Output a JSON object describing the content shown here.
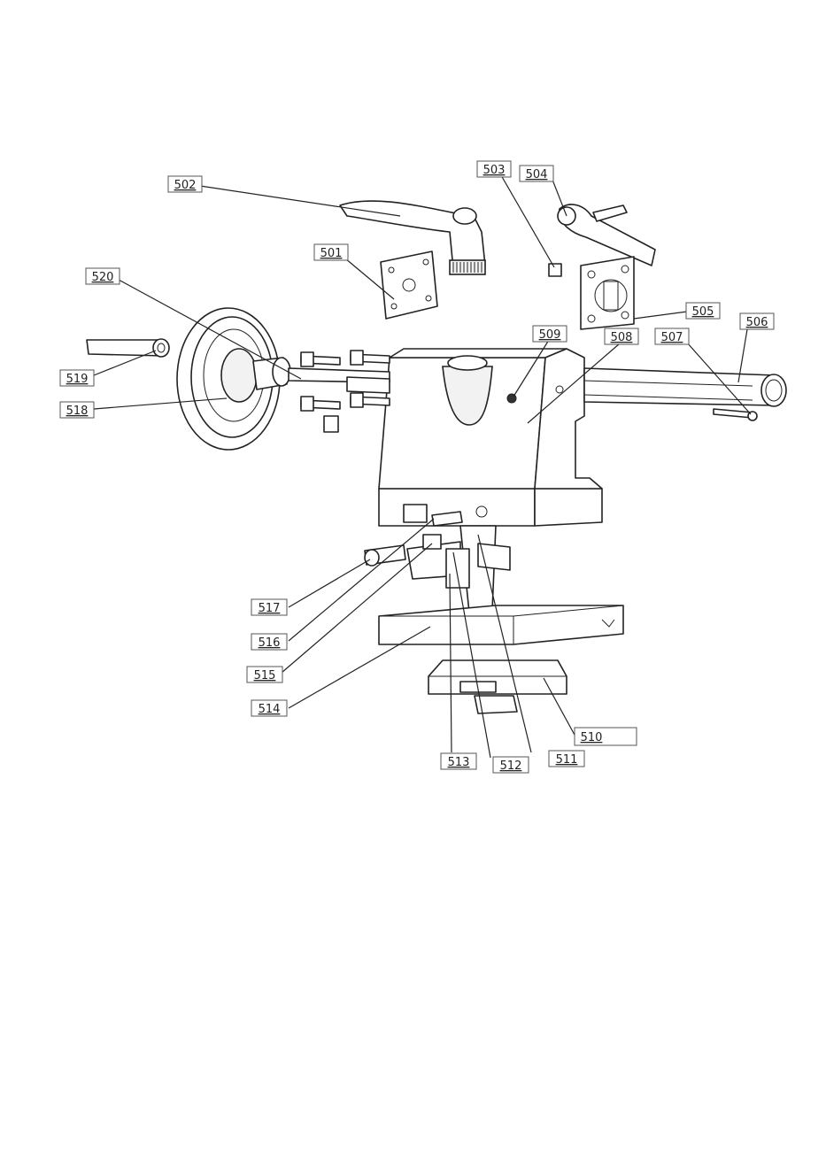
{
  "diagram": {
    "colors": {
      "line": "#222222",
      "fill": "#ffffff",
      "label_border": "#555555"
    },
    "part_labels": [
      {
        "id": "501",
        "text": "501"
      },
      {
        "id": "502",
        "text": "502"
      },
      {
        "id": "503",
        "text": "503"
      },
      {
        "id": "504",
        "text": "504"
      },
      {
        "id": "505",
        "text": "505"
      },
      {
        "id": "506",
        "text": "506"
      },
      {
        "id": "507",
        "text": "507"
      },
      {
        "id": "508",
        "text": "508"
      },
      {
        "id": "509",
        "text": "509"
      },
      {
        "id": "510",
        "text": "510"
      },
      {
        "id": "511",
        "text": "511"
      },
      {
        "id": "512",
        "text": "512"
      },
      {
        "id": "513",
        "text": "513"
      },
      {
        "id": "514",
        "text": "514"
      },
      {
        "id": "515",
        "text": "515"
      },
      {
        "id": "516",
        "text": "516"
      },
      {
        "id": "517",
        "text": "517"
      },
      {
        "id": "518",
        "text": "518"
      },
      {
        "id": "519",
        "text": "519"
      },
      {
        "id": "520",
        "text": "520"
      }
    ]
  }
}
